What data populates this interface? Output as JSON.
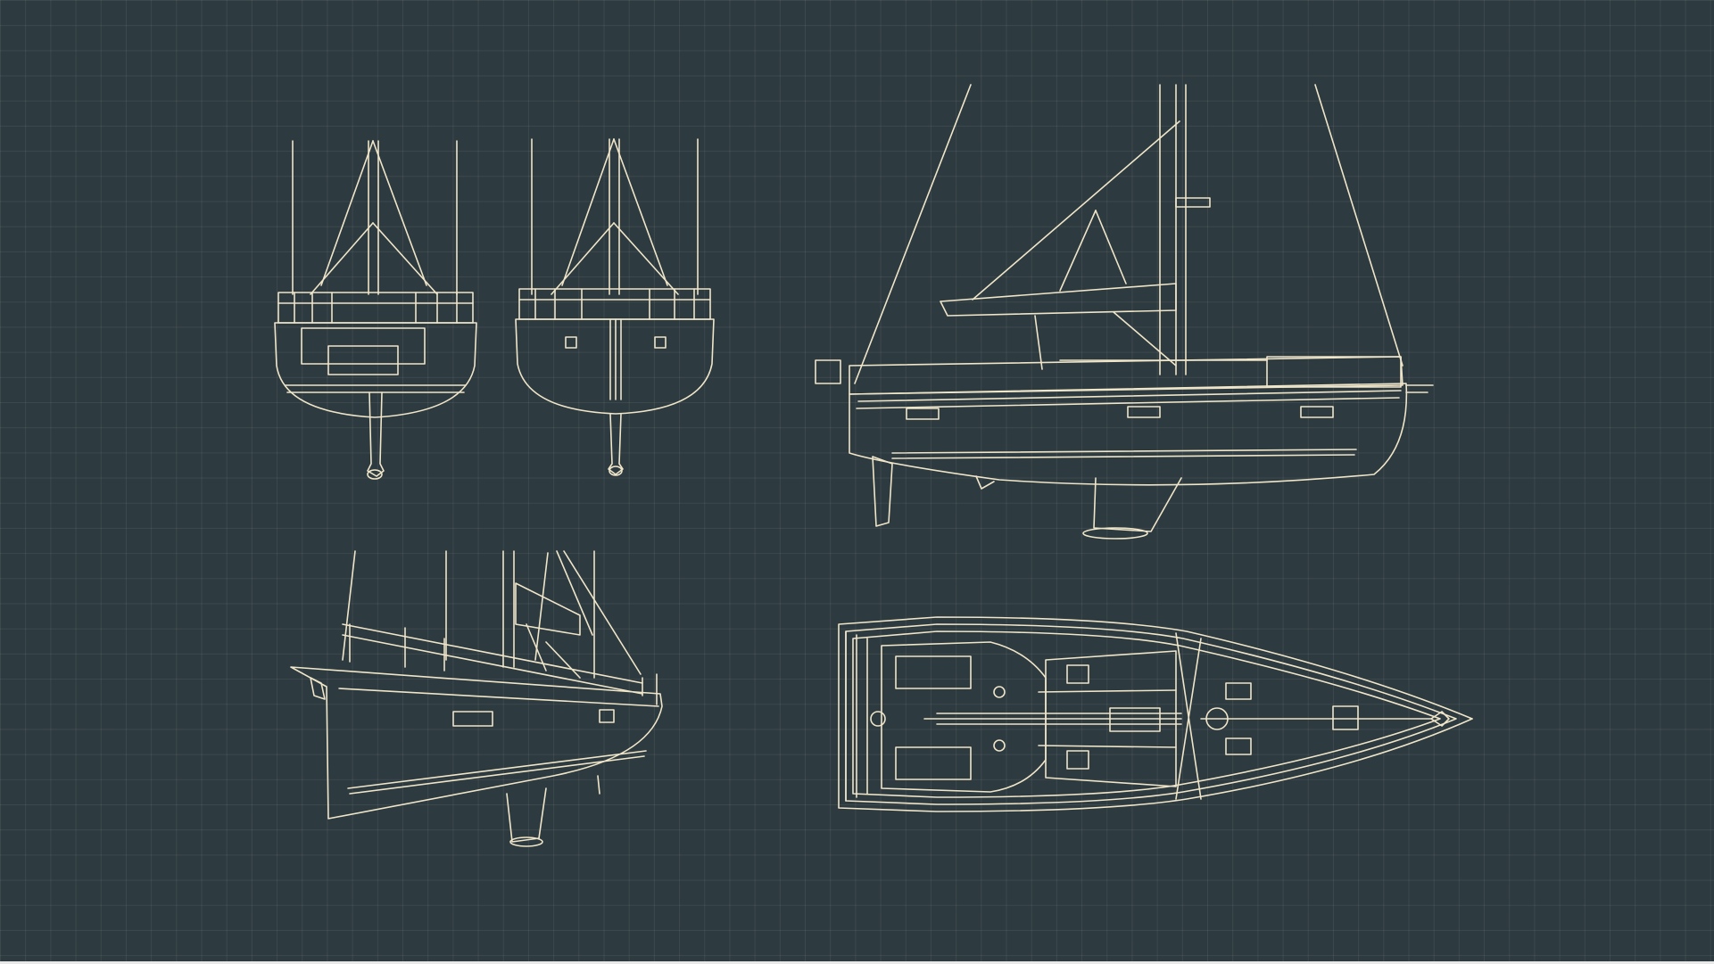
{
  "scene": {
    "subject": "sailboat-blueprint",
    "views": [
      "stern-view",
      "bow-view",
      "side-elevation",
      "perspective-side-view",
      "top-deck-plan"
    ]
  },
  "colors": {
    "background": "#2d3a3f",
    "grid": "#3b4a50",
    "line": "#efe5c9"
  }
}
